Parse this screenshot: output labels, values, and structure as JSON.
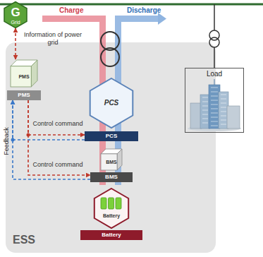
{
  "diagram": {
    "nodes": [
      {
        "text": [
          "G",
          "Grid"
        ]
      },
      {
        "text": [
          "ESS"
        ]
      },
      {
        "text": [
          "PMS",
          "PMS"
        ],
        "in": 1
      },
      {
        "text": [
          "PCS",
          "PCS"
        ],
        "in": 1
      },
      {
        "text": [
          "BMS",
          "BMS"
        ],
        "in": 1
      },
      {
        "text": [
          "Battery",
          "Battery"
        ],
        "in": 1
      },
      {
        "text": [
          "Load"
        ]
      }
    ],
    "edges": [
      {
        "from": 0,
        "to": 2,
        "arrow": "both",
        "label": "Information of power grid"
      },
      {
        "from": 2,
        "to": 3,
        "arrow": "to",
        "label": "Control command"
      },
      {
        "from": 2,
        "to": 4,
        "arrow": "to",
        "label": "Control command"
      },
      {
        "from": 3,
        "to": 2,
        "arrow": "to"
      },
      {
        "from": 4,
        "to": 2,
        "arrow": "to"
      }
    ],
    "labels": [
      "Charge",
      "Discharge",
      "Feedback"
    ]
  }
}
